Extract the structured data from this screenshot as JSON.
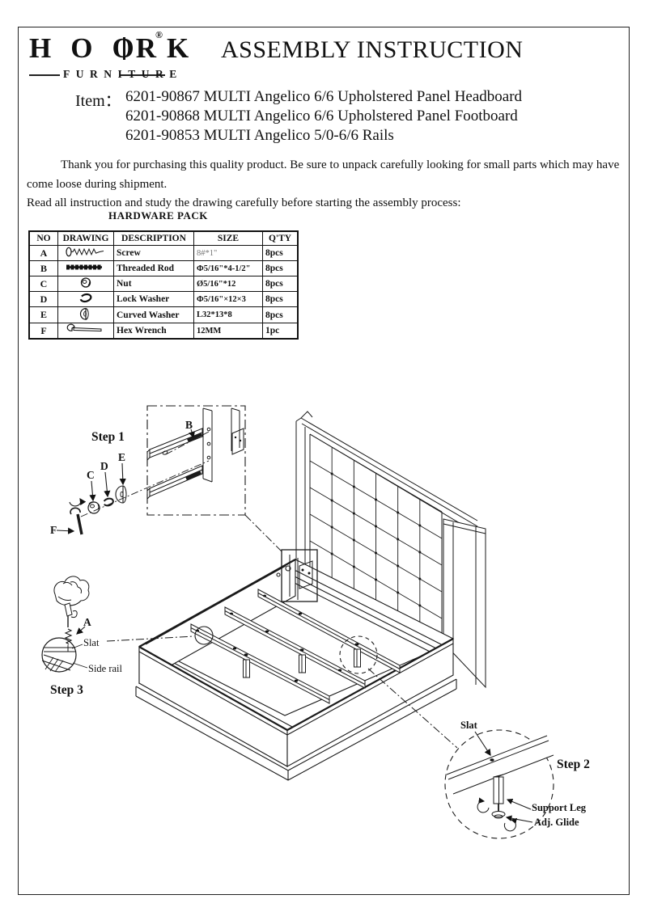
{
  "page": {
    "logo": {
      "part1": "H",
      "part2": "O",
      "part3": "O",
      "part4": "R",
      "part5": "K",
      "reg": "®",
      "tagline": "FURNITURE"
    },
    "title": "ASSEMBLY INSTRUCTION",
    "item_label": "Item：",
    "items": [
      "6201-90867 MULTI Angelico 6/6 Upholstered Panel Headboard",
      "6201-90868 MULTI Angelico 6/6 Upholstered Panel Footboard",
      "6201-90853 MULTI Angelico 5/0-6/6 Rails"
    ],
    "intro": {
      "line1": "Thank you for purchasing this quality product. Be sure to unpack carefully looking for small parts which may have come loose during shipment.",
      "line2": "Read all instruction and study the drawing carefully before starting the assembly process:"
    }
  },
  "hardware": {
    "title": "HARDWARE PACK",
    "headers": [
      "NO",
      "DRAWING",
      "DESCRIPTION",
      "SIZE",
      "Q'TY"
    ],
    "rows": [
      {
        "no": "A",
        "icon": "screw-icon",
        "description": "Screw",
        "size": "8#*1\"",
        "qty": "8pcs"
      },
      {
        "no": "B",
        "icon": "threaded-rod-icon",
        "description": "Threaded Rod",
        "size": "Φ5/16\"*4-1/2\"",
        "qty": "8pcs"
      },
      {
        "no": "C",
        "icon": "nut-icon",
        "description": "Nut",
        "size": "Ø5/16\"*12",
        "qty": "8pcs"
      },
      {
        "no": "D",
        "icon": "lock-washer-icon",
        "description": "Lock Washer",
        "size": "Φ5/16\"×12×3",
        "qty": "8pcs"
      },
      {
        "no": "E",
        "icon": "curved-washer-icon",
        "description": "Curved Washer",
        "size": "L32*13*8",
        "qty": "8pcs"
      },
      {
        "no": "F",
        "icon": "hex-wrench-icon",
        "description": "Hex Wrench",
        "size": "12MM",
        "qty": "1pc"
      }
    ]
  },
  "diagram": {
    "step1": {
      "title": "Step 1",
      "b": "B",
      "c": "C",
      "d": "D",
      "e": "E",
      "f": "F"
    },
    "step2": {
      "title": "Step 2",
      "slat": "Slat",
      "support_leg": "Support Leg",
      "adj_glide": "Adj. Glide"
    },
    "step3": {
      "title": "Step 3",
      "a": "A",
      "slat": "Slat",
      "side_rail": "Side rail"
    }
  }
}
